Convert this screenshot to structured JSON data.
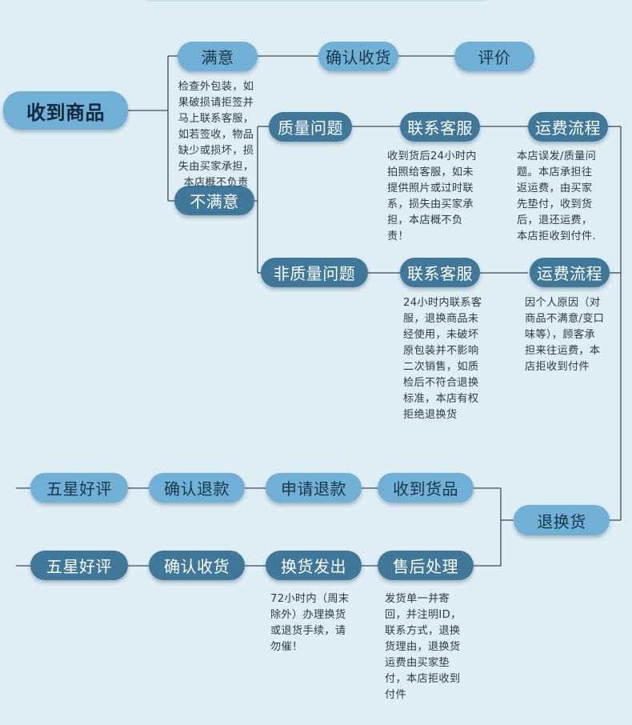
{
  "nodes": {
    "received": "收到商品",
    "satisfied": "满意",
    "confirm_receipt_top": "确认收货",
    "review": "评价",
    "unsatisfied": "不满意",
    "quality_issue": "质量问题",
    "contact_cs_1": "联系客服",
    "shipping_flow_1": "运费流程",
    "non_quality_issue": "非质量问题",
    "contact_cs_2": "联系客服",
    "shipping_flow_2": "运费流程",
    "return_exchange": "退换货",
    "five_star_1": "五星好评",
    "confirm_refund": "确认退款",
    "apply_refund": "申请退款",
    "goods_received": "收到货品",
    "five_star_2": "五星好评",
    "confirm_receipt_bottom": "确认收货",
    "exchange_shipped": "换货发出",
    "after_sales": "售后处理"
  },
  "notes": {
    "inspect": [
      "检查外包装，如",
      "果破损请拒签并",
      "马上联系客服，",
      "如若签收，物品",
      "缺少或损坏，损",
      "失由买家承担，",
      "本店概不负责"
    ],
    "quality_cs": [
      "收到货后24小时内",
      "拍照给客服，如未",
      "提供照片或过时联",
      "系，损失由买家承",
      "担，本店概不负",
      "责！"
    ],
    "quality_shipping": [
      "本店误发/质量问",
      "题。本店承担往",
      "返运费，由买家",
      "先垫付，收到货",
      "后，退还运费，",
      "本店拒收到付件."
    ],
    "nonquality_cs": [
      "24小时内联系客",
      "服，退换商品未",
      "经使用，未破坏",
      "原包装并不影响",
      "二次销售，如质",
      "检后不符合退换",
      "标准，本店有权",
      "拒绝退换货"
    ],
    "nonquality_shipping": [
      "因个人原因（对",
      "商品不满意/变口",
      "味等），顾客承",
      "担来往运费，本",
      "店拒收到付件"
    ],
    "exchange_time": [
      "72小时内（周末",
      "除外）办理换货",
      "或退货手续，请",
      "勿催！"
    ],
    "after_sales": [
      "发货单一并寄",
      "回，并注明ID，",
      "联系方式，退换",
      "货理由，退换货",
      "运费由买家垫",
      "付，本店拒收到",
      "付件"
    ]
  }
}
